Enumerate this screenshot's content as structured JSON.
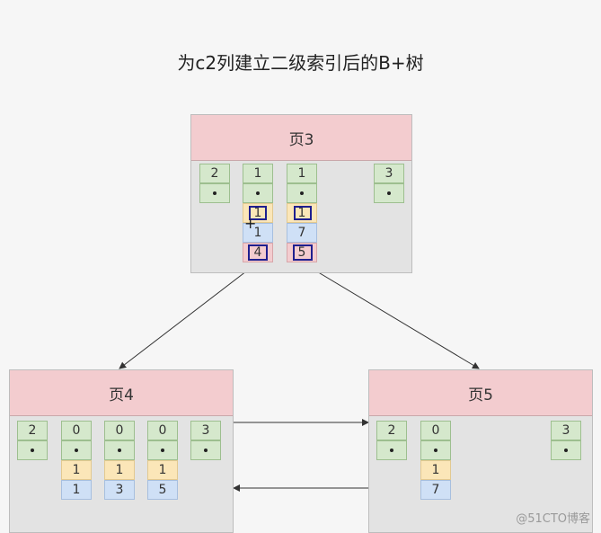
{
  "title": "为c2列建立二级索引后的B+树",
  "root": {
    "label": "页3",
    "records": [
      {
        "c2": "2"
      },
      {
        "c2": "1",
        "c3": "1",
        "c1": "1",
        "page": "4"
      },
      {
        "c2": "1",
        "c3": "1",
        "c1": "7",
        "page": "5"
      },
      {
        "c2": "3"
      }
    ]
  },
  "left": {
    "label": "页4",
    "records": [
      {
        "c2": "2"
      },
      {
        "c2": "0",
        "c3": "1",
        "c1": "1"
      },
      {
        "c2": "0",
        "c3": "1",
        "c1": "3"
      },
      {
        "c2": "0",
        "c3": "1",
        "c1": "5"
      },
      {
        "c2": "3"
      }
    ]
  },
  "right": {
    "label": "页5",
    "records": [
      {
        "c2": "2"
      },
      {
        "c2": "0",
        "c3": "1",
        "c1": "7"
      },
      {
        "c2": "3"
      }
    ]
  },
  "watermark": "@51CTO博客"
}
